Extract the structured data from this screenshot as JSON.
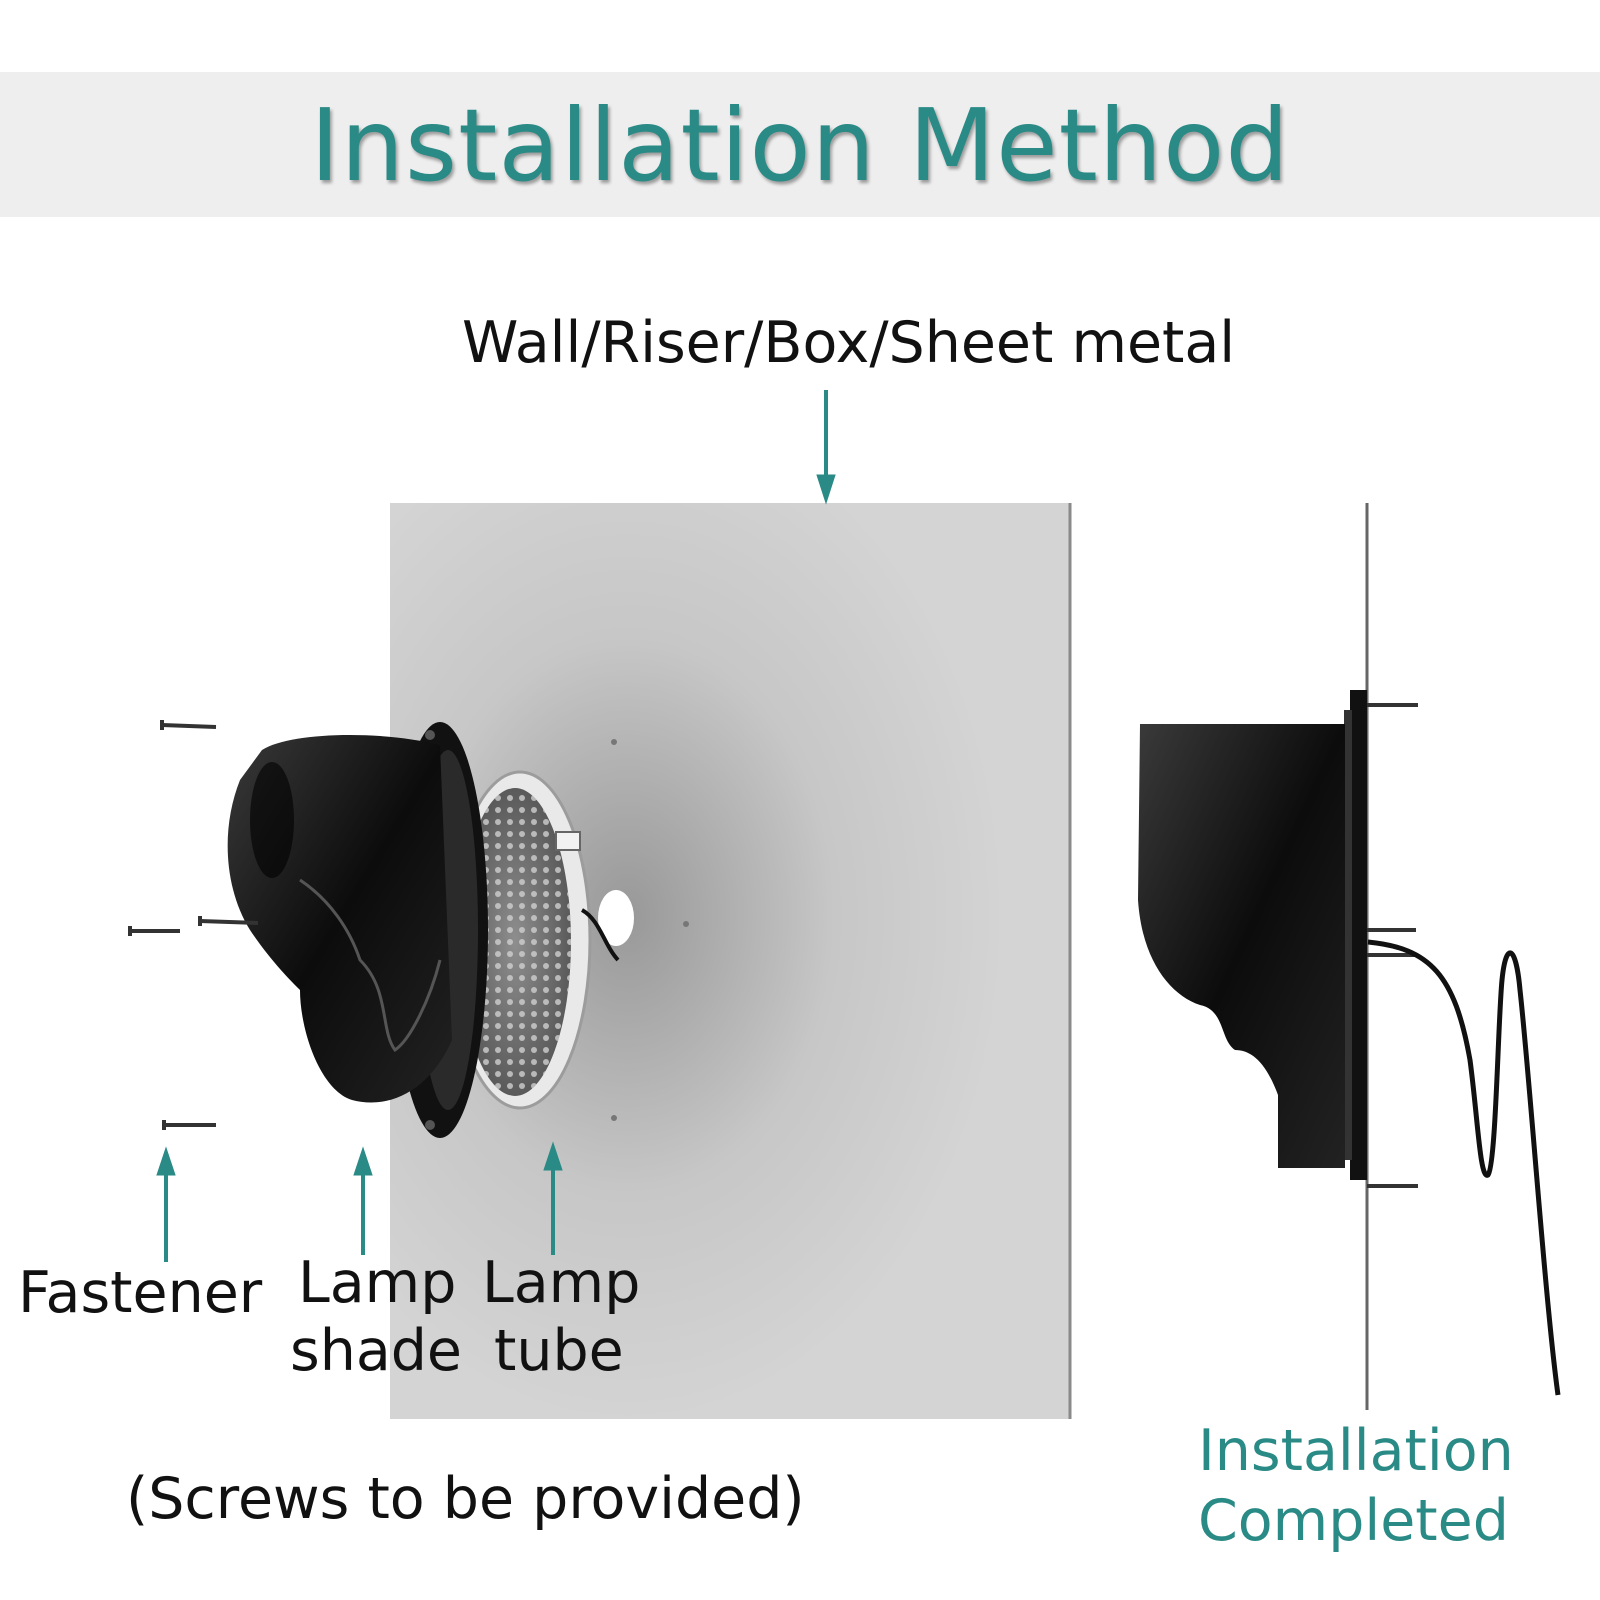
{
  "title": "Installation Method",
  "labels": {
    "surface": "Wall/Riser/Box/Sheet metal",
    "fastener": "Fastener",
    "lamp_shade_1": "Lamp",
    "lamp_shade_2": "shade",
    "lamp_tube_1": "Lamp",
    "lamp_tube_2": "tube",
    "screws_note": "(Screws to be provided)",
    "completed_1": "Installation",
    "completed_2": "Completed"
  },
  "colors": {
    "accent": "#2a8a86",
    "panel": "#d2d2d2",
    "banner": "#eeeeee",
    "text": "#111111"
  }
}
